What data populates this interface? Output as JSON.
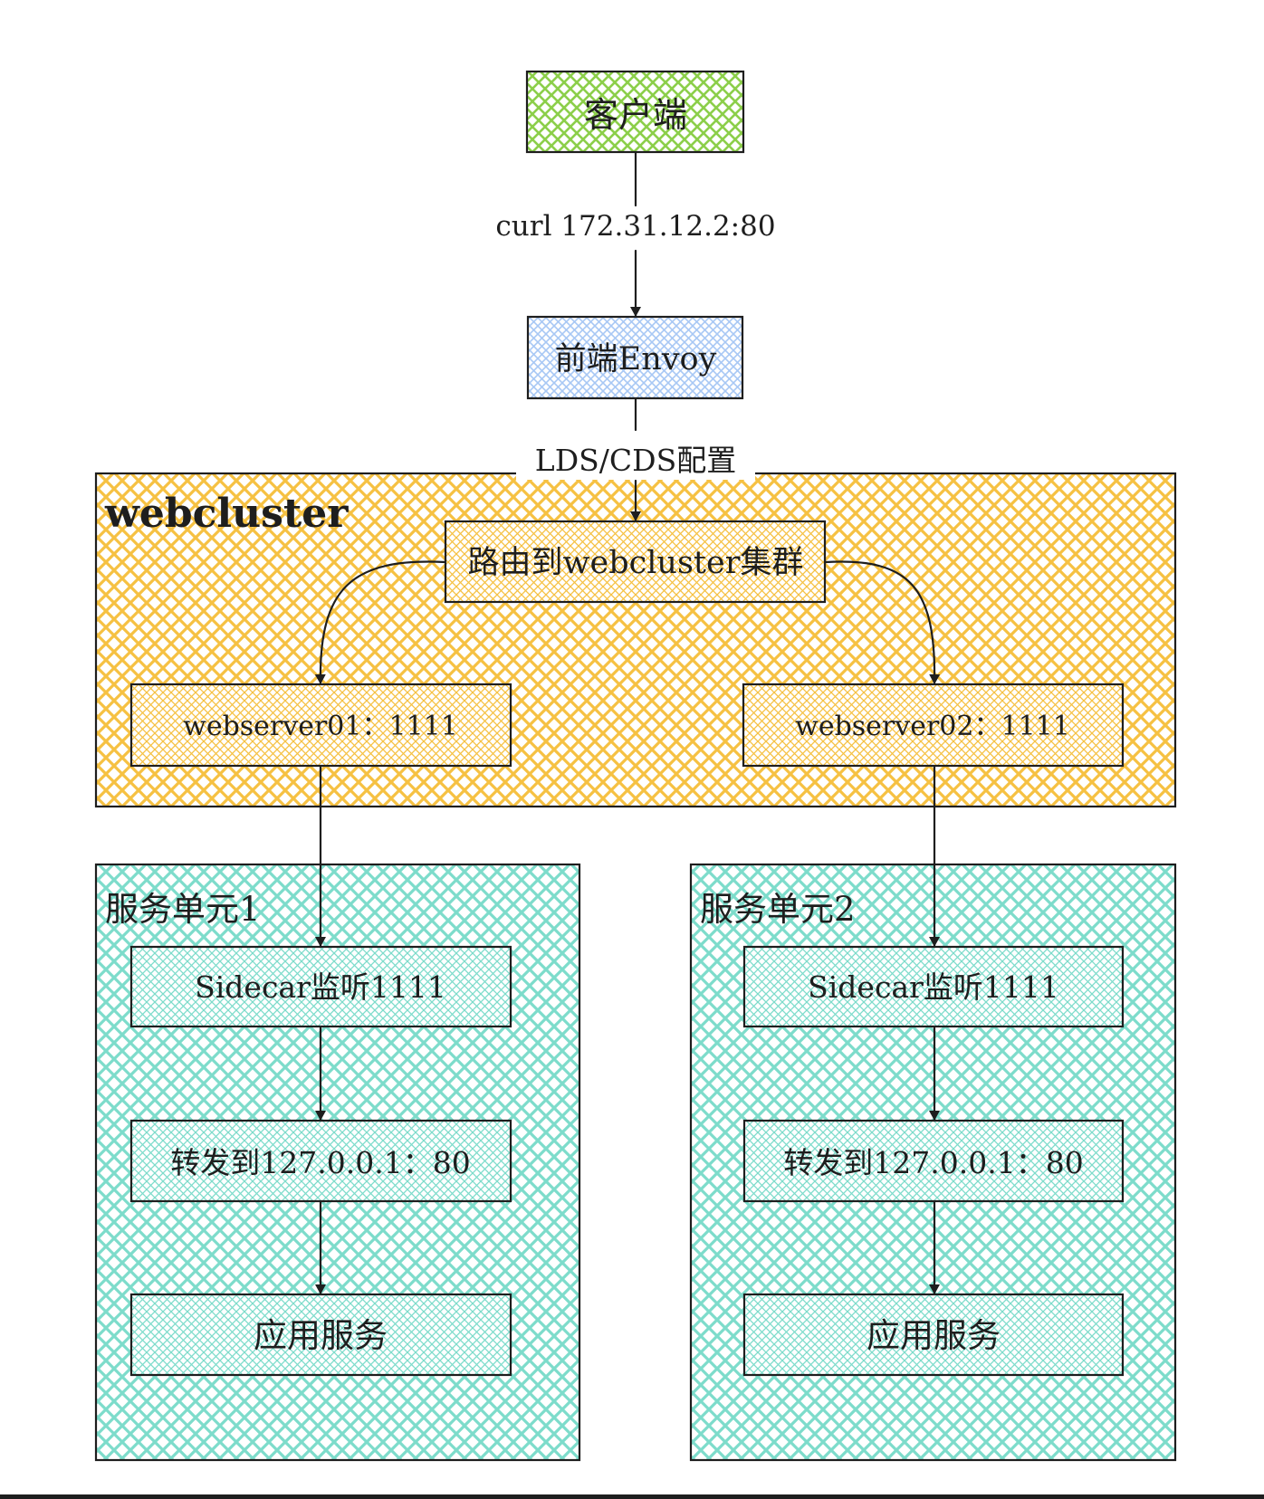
{
  "colors": {
    "client_fill": "#8ccf4a",
    "frontend_fill": "#a8c8f5",
    "cluster_fill": "#f6c142",
    "unit_fill": "#7ddccb",
    "inner_fill": "#ffffff",
    "stroke": "#1e1e1e"
  },
  "nodes": {
    "client": "客户端",
    "frontend_envoy": "前端Envoy",
    "router": "路由到webcluster集群",
    "webserver01": "webserver01：1111",
    "webserver02": "webserver02：1111",
    "unit1_sidecar": "Sidecar监听1111",
    "unit1_forward": "转发到127.0.0.1：80",
    "unit1_app": "应用服务",
    "unit2_sidecar": "Sidecar监听1111",
    "unit2_forward": "转发到127.0.0.1：80",
    "unit2_app": "应用服务"
  },
  "groups": {
    "webcluster": "webcluster",
    "unit1": "服务单元1",
    "unit2": "服务单元2"
  },
  "edges": {
    "client_to_envoy": "curl 172.31.12.2:80",
    "envoy_to_router": "LDS/CDS配置"
  }
}
